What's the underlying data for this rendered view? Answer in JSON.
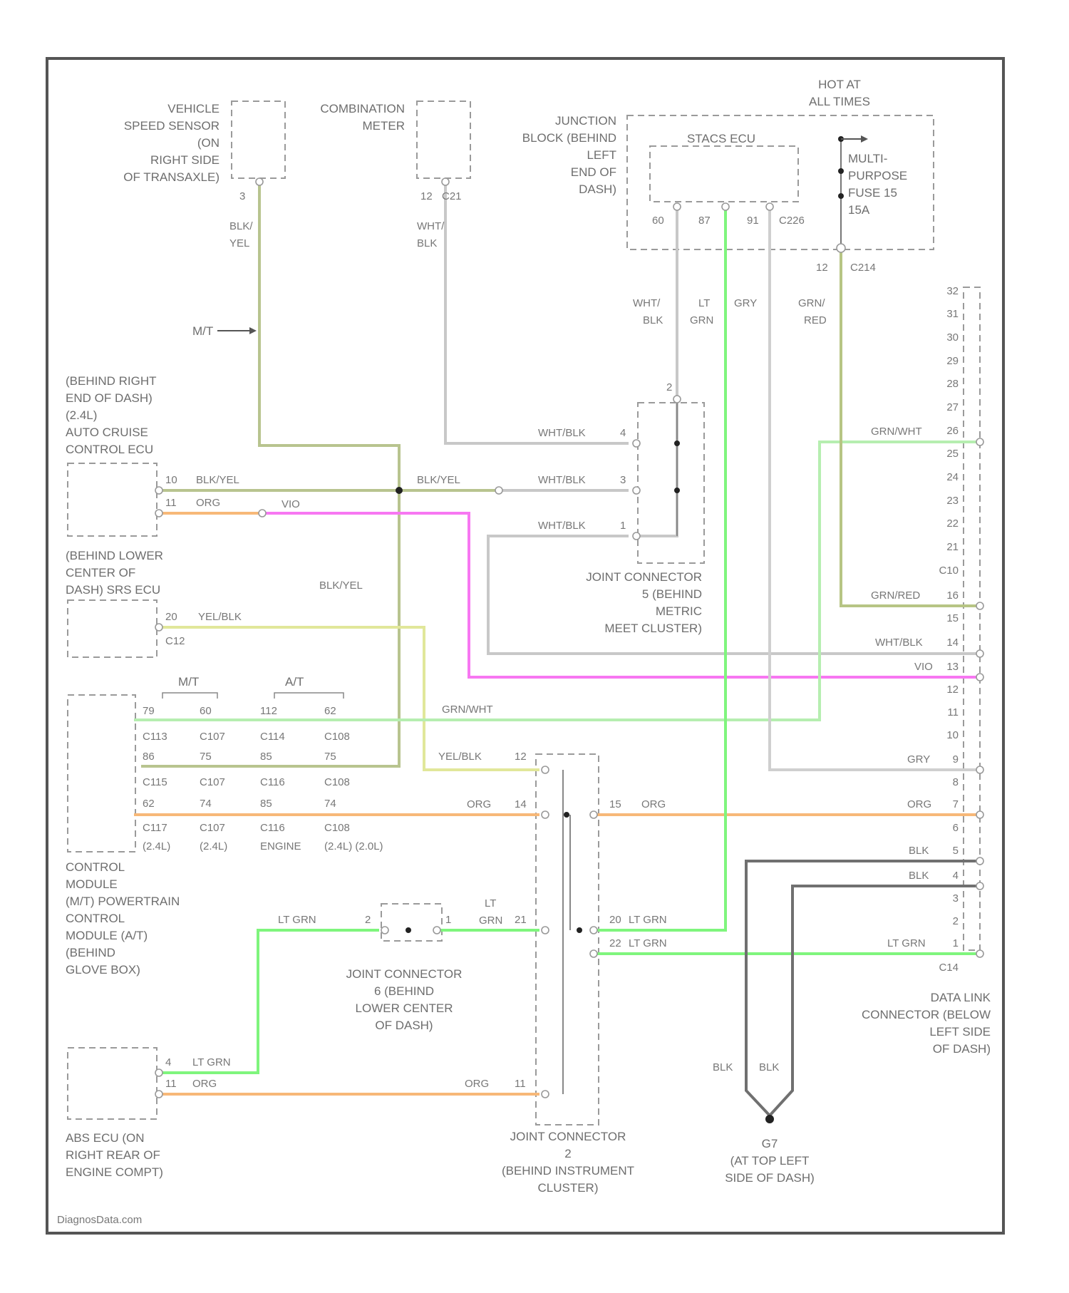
{
  "colors": {
    "blk_yel": "#b8c48f",
    "wht_blk": "#c8c8c8",
    "orange": "#f7b878",
    "violet": "#f777f2",
    "lt_grn": "#7ff57d",
    "grn_wht": "#b6eeb0",
    "yel_blk": "#e1e79a",
    "blk": "#707070",
    "grn_red": "#b7c584",
    "gry": "#cfcfcf"
  },
  "labels": {
    "vss": [
      "VEHICLE",
      "SPEED SENSOR",
      "(ON",
      "RIGHT SIDE",
      "OF TRANSAXLE)"
    ],
    "combination_meter": [
      "COMBINATION",
      "METER"
    ],
    "junction_block": [
      "JUNCTION",
      "BLOCK (BEHIND",
      "LEFT",
      "END OF",
      "DASH)"
    ],
    "hot_at_all_times": [
      "HOT AT",
      "ALL TIMES"
    ],
    "stacs_ecu": "STACS ECU",
    "fuse": [
      "MULTI-",
      "PURPOSE",
      "FUSE 15",
      "15A"
    ],
    "cruise_ecu": [
      "(BEHIND RIGHT",
      "END OF DASH)",
      "(2.4L)",
      "AUTO CRUISE",
      "CONTROL ECU"
    ],
    "srs_ecu": [
      "(BEHIND LOWER",
      "CENTER OF",
      "DASH) SRS ECU"
    ],
    "ecm": [
      "CONTROL",
      "MODULE",
      "(M/T) POWERTRAIN",
      "CONTROL",
      "MODULE (A/T)",
      "(BEHIND",
      "GLOVE BOX)"
    ],
    "jc5": [
      "JOINT CONNECTOR",
      "5 (BEHIND",
      "METRIC",
      "MEET CLUSTER)"
    ],
    "jc6": [
      "JOINT CONNECTOR",
      "6 (BEHIND",
      "LOWER CENTER",
      "OF DASH)"
    ],
    "jc2": [
      "JOINT CONNECTOR",
      "2",
      "(BEHIND INSTRUMENT",
      "CLUSTER)"
    ],
    "abs_ecu": [
      "ABS ECU (ON",
      "RIGHT REAR OF",
      "ENGINE COMPT)"
    ],
    "dlc": [
      "DATA LINK",
      "CONNECTOR (BELOW",
      "LEFT SIDE",
      "OF DASH)"
    ],
    "ground": [
      "G7",
      "(AT TOP LEFT",
      "SIDE OF DASH)"
    ],
    "watermark": "DiagnosData.com",
    "mt_arrow": "M/T",
    "mt": "M/T",
    "at": "A/T"
  },
  "wire_labels": {
    "blk_yel": "BLK/YEL",
    "blk_yel_split": [
      "BLK/",
      "YEL"
    ],
    "wht_blk_split": [
      "WHT/",
      "BLK"
    ],
    "wht_blk": "WHT/BLK",
    "org": "ORG",
    "vio": "VIO",
    "yel_blk": "YEL/BLK",
    "grn_wht": "GRN/WHT",
    "grn_red": "GRN/RED",
    "grn_red_split": [
      "GRN/",
      "RED"
    ],
    "lt_grn": "LT GRN",
    "lt_grn_split": [
      "LT",
      "GRN"
    ],
    "gry": "GRY",
    "blk": "BLK"
  },
  "pins": {
    "vss": "3",
    "meter": "12",
    "meter_conn": "C21",
    "stacs": [
      "60",
      "87",
      "91"
    ],
    "stacs_conn": "C226",
    "fuse_out": "12",
    "fuse_conn": "C214",
    "cruise": [
      "10",
      "11"
    ],
    "srs": "20",
    "srs_conn": "C12",
    "ecm_row1": [
      "79",
      "60",
      "112",
      "62"
    ],
    "ecm_conn1": [
      "C113",
      "C107",
      "C114",
      "C108"
    ],
    "ecm_row2": [
      "86",
      "75",
      "85",
      "75"
    ],
    "ecm_conn2": [
      "C115",
      "C107",
      "C116",
      "C108"
    ],
    "ecm_row3": [
      "62",
      "74",
      "85",
      "74"
    ],
    "ecm_conn3": [
      "C117",
      "C107",
      "C116",
      "C108"
    ],
    "ecm_notes": [
      "(2.4L)",
      "(2.4L)",
      "ENGINE",
      "(2.4L) (2.0L)"
    ],
    "jc5": [
      "4",
      "3",
      "1",
      "2"
    ],
    "jc2_left": [
      "12",
      "14",
      "21",
      "11"
    ],
    "jc2_right": [
      "15",
      "20",
      "22"
    ],
    "jc6": [
      "2",
      "1"
    ],
    "abs": [
      "4",
      "11"
    ],
    "dlc": [
      "32",
      "31",
      "30",
      "29",
      "28",
      "27",
      "26",
      "25",
      "24",
      "23",
      "22",
      "21",
      "C10",
      "16",
      "15",
      "14",
      "13",
      "12",
      "11",
      "10",
      "9",
      "8",
      "7",
      "6",
      "5",
      "4",
      "3",
      "2",
      "1",
      "C14"
    ]
  }
}
